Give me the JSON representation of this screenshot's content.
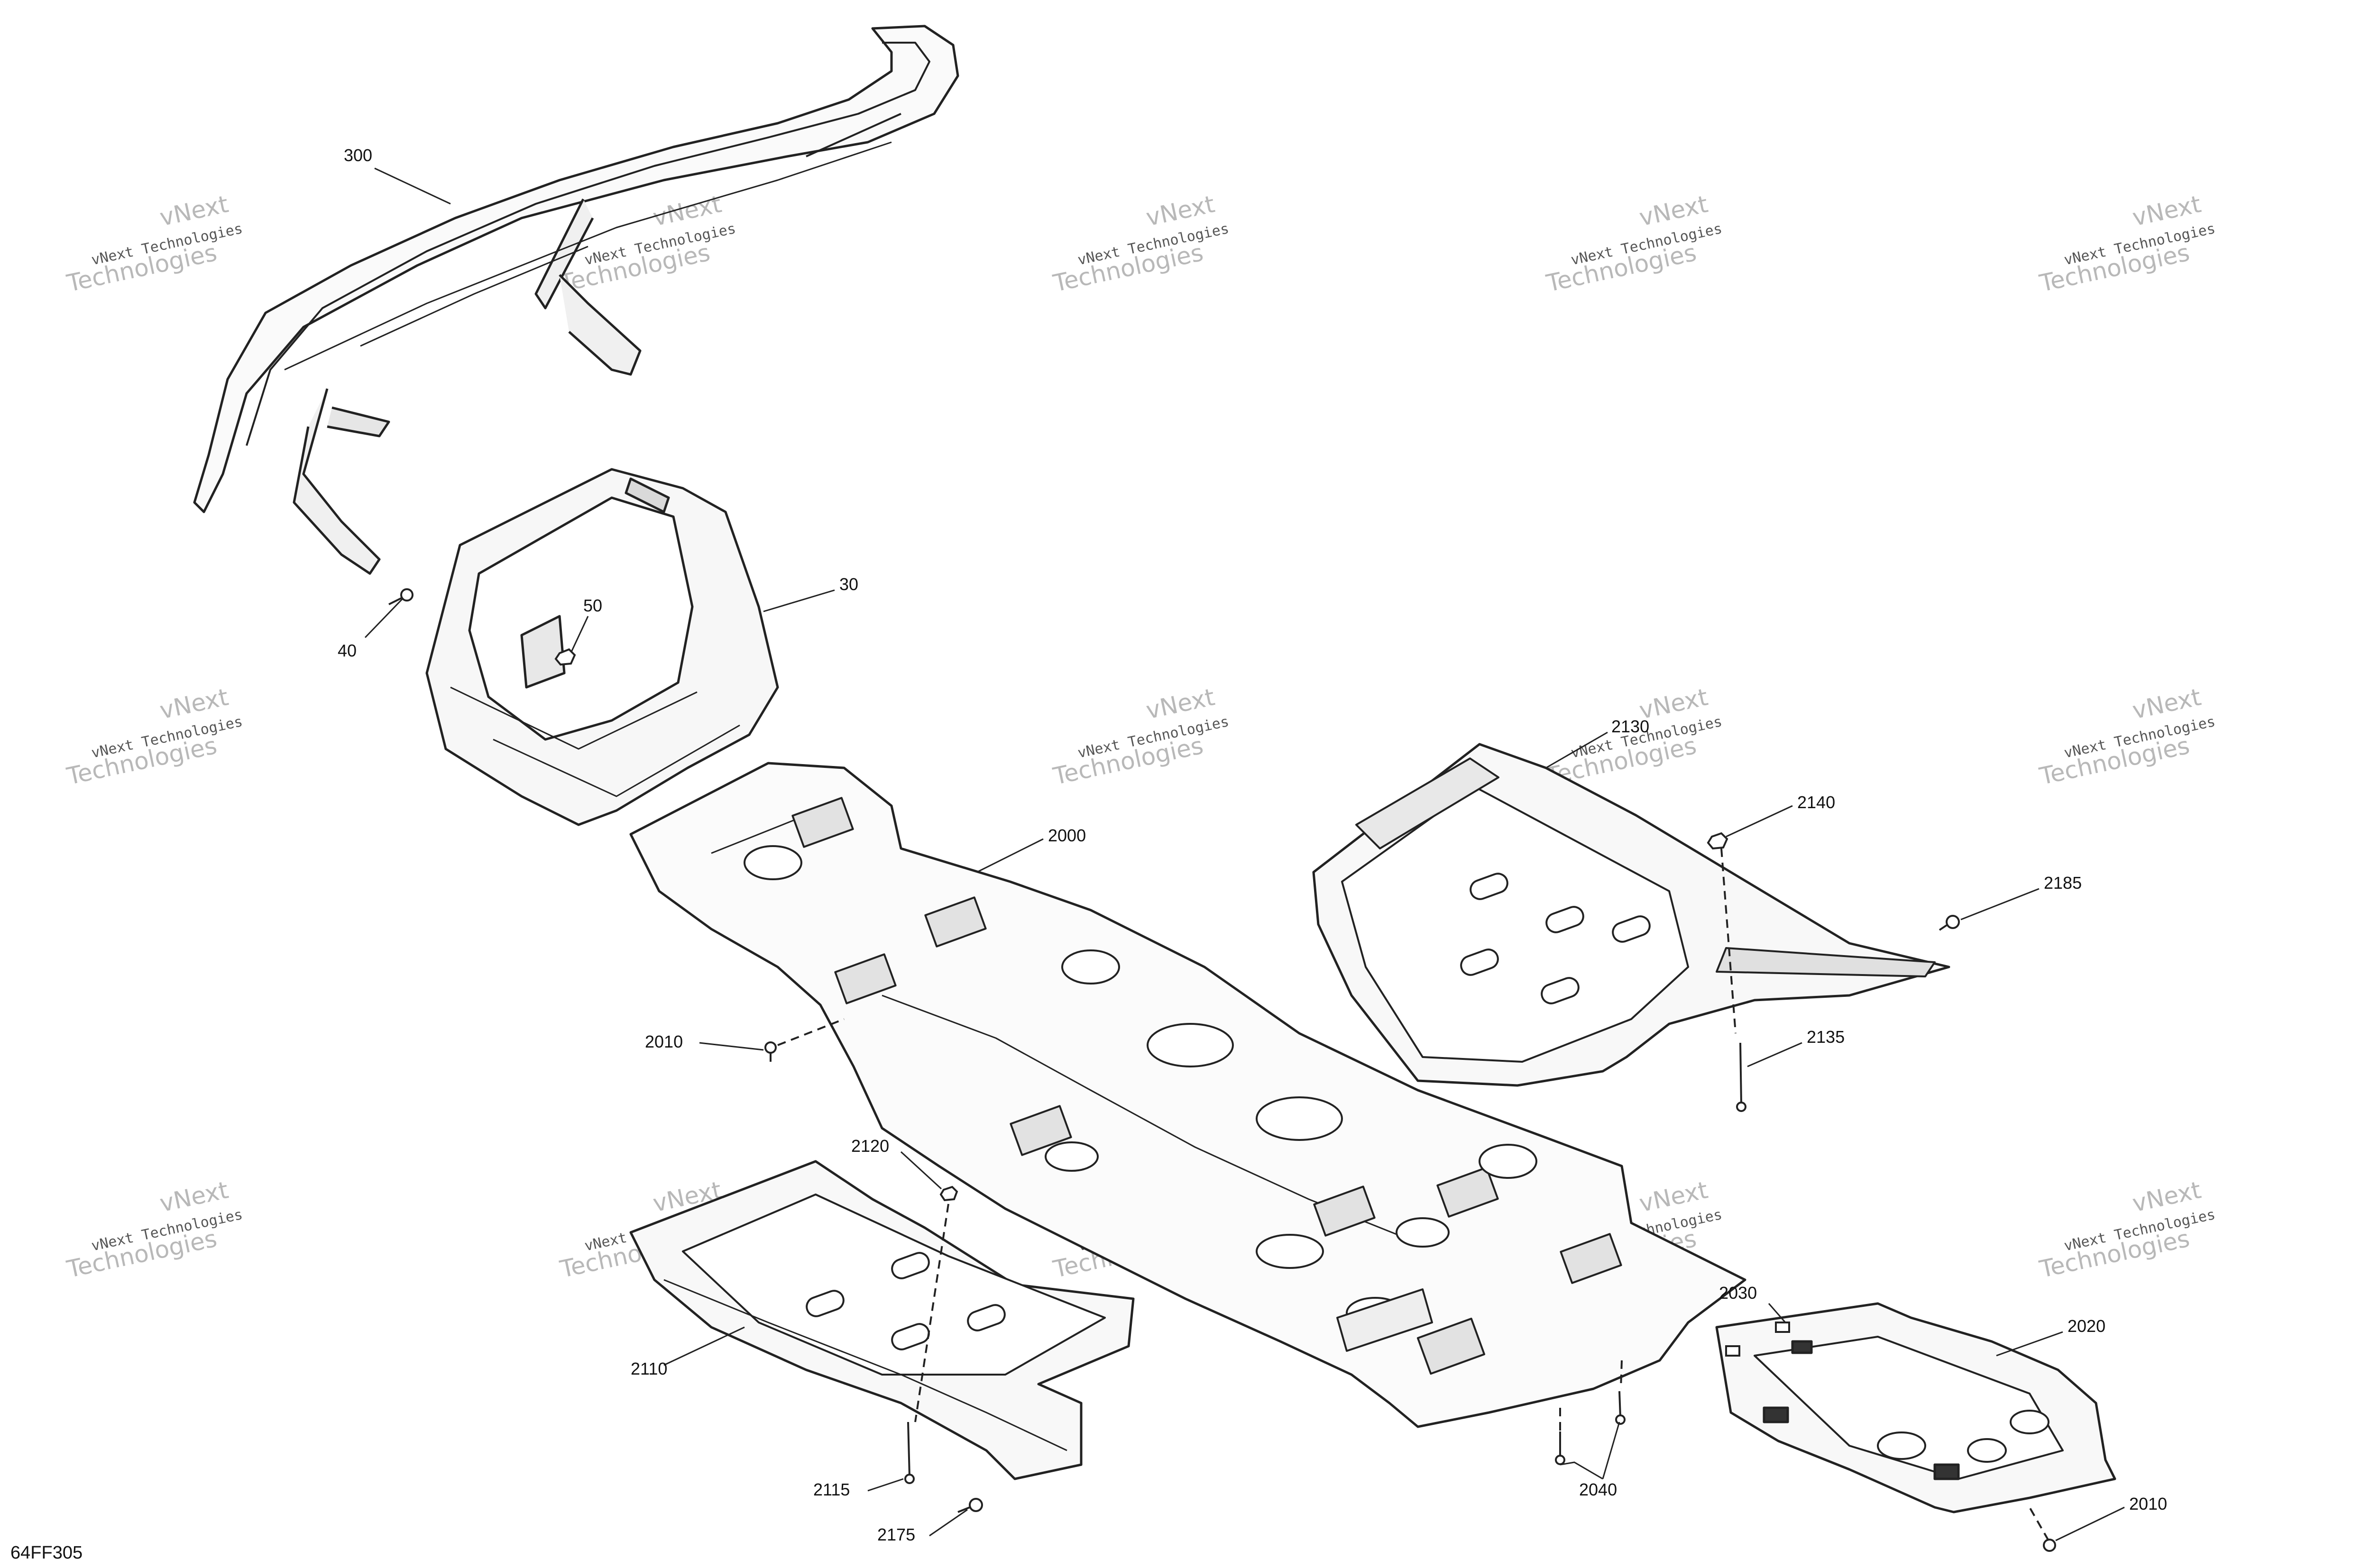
{
  "drawing_code": "64FF305",
  "watermark": {
    "line1": "vNext Technologies",
    "line2": "vNext",
    "line3": "Technologies"
  },
  "callouts": [
    {
      "id": "c300",
      "label": "300"
    },
    {
      "id": "c40",
      "label": "40"
    },
    {
      "id": "c50",
      "label": "50"
    },
    {
      "id": "c30",
      "label": "30"
    },
    {
      "id": "c2130",
      "label": "2130"
    },
    {
      "id": "c2140",
      "label": "2140"
    },
    {
      "id": "c2185",
      "label": "2185"
    },
    {
      "id": "c2135",
      "label": "2135"
    },
    {
      "id": "c2000",
      "label": "2000"
    },
    {
      "id": "c2010a",
      "label": "2010"
    },
    {
      "id": "c2120",
      "label": "2120"
    },
    {
      "id": "c2110",
      "label": "2110"
    },
    {
      "id": "c2115",
      "label": "2115"
    },
    {
      "id": "c2175",
      "label": "2175"
    },
    {
      "id": "c2030",
      "label": "2030"
    },
    {
      "id": "c2020",
      "label": "2020"
    },
    {
      "id": "c2040",
      "label": "2040"
    },
    {
      "id": "c2010b",
      "label": "2010"
    }
  ]
}
